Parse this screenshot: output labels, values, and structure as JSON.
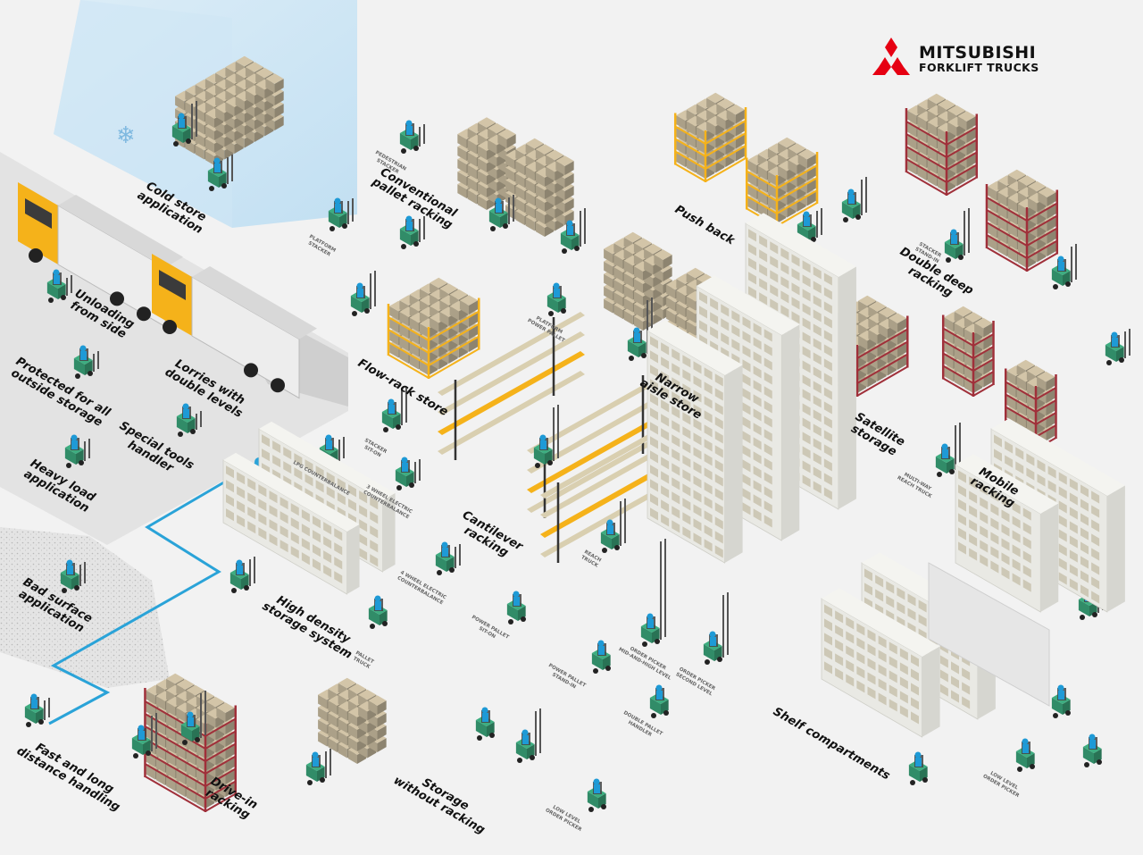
{
  "brand": {
    "line1": "MITSUBISHI",
    "line2": "FORKLIFT TRUCKS",
    "color": "#e60012"
  },
  "colors": {
    "background": "#f2f2f2",
    "box": "#c9bca0",
    "rack_orange": "#f5b21a",
    "rack_red": "#a0303a",
    "forklift_green": "#3aa57a",
    "operator_blue": "#1e9ad6",
    "truck_yellow": "#f5b21a",
    "path_blue": "#2aa3d8"
  },
  "labels": {
    "cold_store": "Cold store\napplication",
    "conventional": "Conventional\npallet racking",
    "push_back": "Push back",
    "double_deep": "Double deep\nracking",
    "unloading": "Unloading\nfrom side",
    "lorries": "Lorries with\ndouble levels",
    "protected": "Protected for all\noutside storage",
    "special_tools": "Special tools\nhandler",
    "heavy_load": "Heavy load\napplication",
    "flow_rack": "Flow-rack store",
    "narrow_aisle": "Narrow\naisle store",
    "satellite": "Satellite\nstorage",
    "mobile_racking": "Mobile\nracking",
    "cantilever": "Cantilever\nracking",
    "high_density": "High density\nstorage system",
    "bad_surface": "Bad surface\napplication",
    "fast_long": "Fast and long\ndistance handling",
    "drive_in": "Drive-in\nracking",
    "storage_without": "Storage\nwithout racking",
    "shelf_compartments": "Shelf compartments"
  },
  "small_labels": {
    "pedestrian_stacker": "PEDESTRIAN\nSTACKER",
    "platform_stacker": "PLATFORM\nSTACKER",
    "platform_power_pallet": "PLATFORM\nPOWER PALLET",
    "stacker_sit_on": "STACKER\nSIT-ON",
    "lpg_counterbalance": "LPG COUNTERBALANCE",
    "three_wheel_electric": "3 WHEEL ELECTRIC\nCOUNTERBALANCE",
    "four_wheel_electric": "4 WHEEL ELECTRIC\nCOUNTERBALANCE",
    "reach_truck": "REACH\nTRUCK",
    "power_pallet_sit_on": "POWER PALLET\nSIT-ON",
    "power_pallet_stand_in": "POWER PALLET\nSTAND-IN",
    "pallet_truck": "PALLET\nTRUCK",
    "order_picker_mid_high": "ORDER PICKER\nMID-AND-HIGH LEVEL",
    "order_picker_second": "ORDER PICKER\nSECOND LEVEL",
    "double_pallet_handler": "DOUBLE PALLET\nHANDLER",
    "low_level_order_picker": "LOW LEVEL\nORDER PICKER",
    "low_level_order_picker_2": "LOW LEVEL\nORDER PICKER",
    "multi_way_reach_truck": "MULTI-WAY\nREACH TRUCK",
    "stacker_stand_in": "STACKER\nSTAND-IN"
  }
}
